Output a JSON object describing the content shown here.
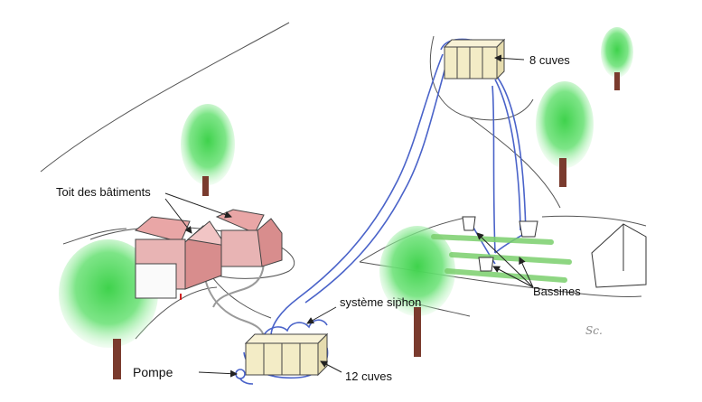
{
  "labels": {
    "roof": "Toit des bâtiments",
    "tanks_top": "8 cuves",
    "siphon": "système siphon",
    "basins": "Bassines",
    "pump": "Pompe",
    "tanks_bottom": "12 cuves",
    "signature": "Sc."
  },
  "colors": {
    "pipe": "#4a63c9",
    "grey_pipe": "#9a9a9a",
    "tree": "#5fd86a",
    "trunk": "#7a3b2e",
    "roof": "#d88d8d",
    "wall": "#e8b4b4",
    "tank": "#f3ecc6",
    "field_stripe": "#7bcf6d",
    "outline": "#444444"
  },
  "icons": [
    "tree-icon",
    "building-icon",
    "tank-icon",
    "basin-icon",
    "greenhouse-icon",
    "pump-icon"
  ]
}
